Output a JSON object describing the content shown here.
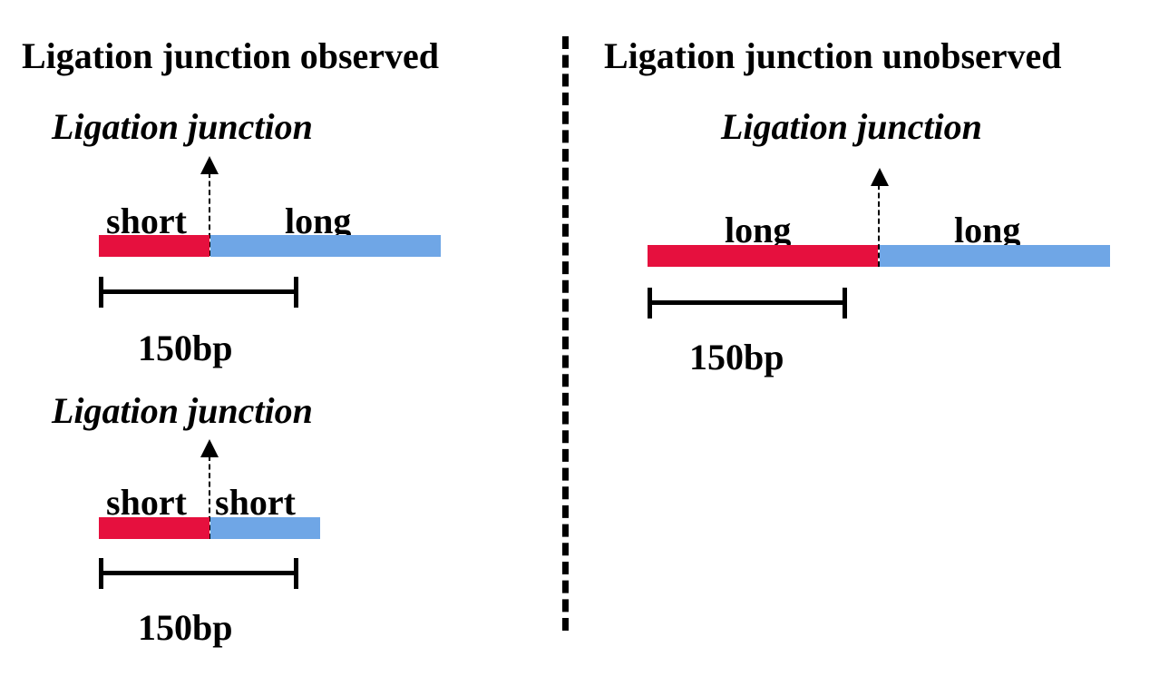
{
  "headings": {
    "left": "Ligation junction observed",
    "right": "Ligation junction unobserved"
  },
  "panels": {
    "top_left": {
      "junction_label": "Ligation junction",
      "left_fragment": "short",
      "right_fragment": "long",
      "scale_label": "150bp"
    },
    "bottom_left": {
      "junction_label": "Ligation junction",
      "left_fragment": "short",
      "right_fragment": "short",
      "scale_label": "150bp"
    },
    "right": {
      "junction_label": "Ligation junction",
      "left_fragment": "long",
      "right_fragment": "long",
      "scale_label": "150bp"
    }
  },
  "colors": {
    "left_fragment": "#e6103e",
    "right_fragment": "#6fa6e6"
  }
}
